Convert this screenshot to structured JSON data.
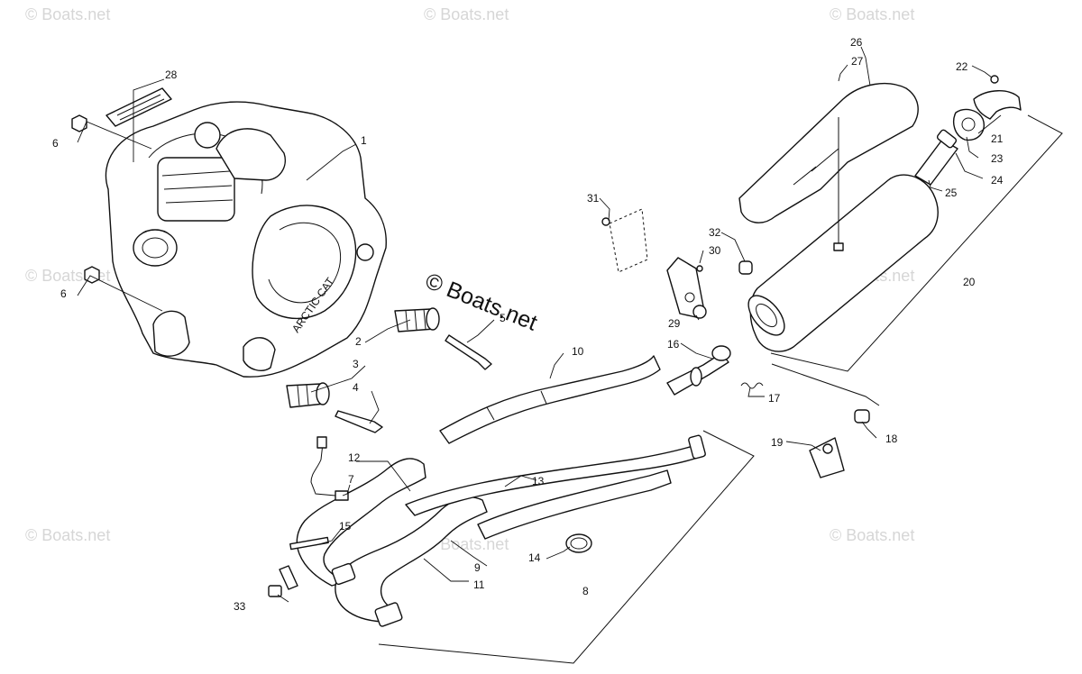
{
  "watermark": {
    "text": "© Boats.net"
  },
  "callouts": {
    "c1": "1",
    "c2": "2",
    "c3": "3",
    "c4": "4",
    "c5": "5",
    "c6a": "6",
    "c6b": "6",
    "c7": "7",
    "c8": "8",
    "c9": "9",
    "c10": "10",
    "c11": "11",
    "c12": "12",
    "c13": "13",
    "c14": "14",
    "c15": "15",
    "c16": "16",
    "c17": "17",
    "c18": "18",
    "c19": "19",
    "c20": "20",
    "c21": "21",
    "c22": "22",
    "c23": "23",
    "c24": "24",
    "c25": "25",
    "c26": "26",
    "c27": "27",
    "c28": "28",
    "c29": "29",
    "c30": "30",
    "c31": "31",
    "c32": "32",
    "c33": "33"
  },
  "engine_cover_text": "ARCTIC CAT"
}
